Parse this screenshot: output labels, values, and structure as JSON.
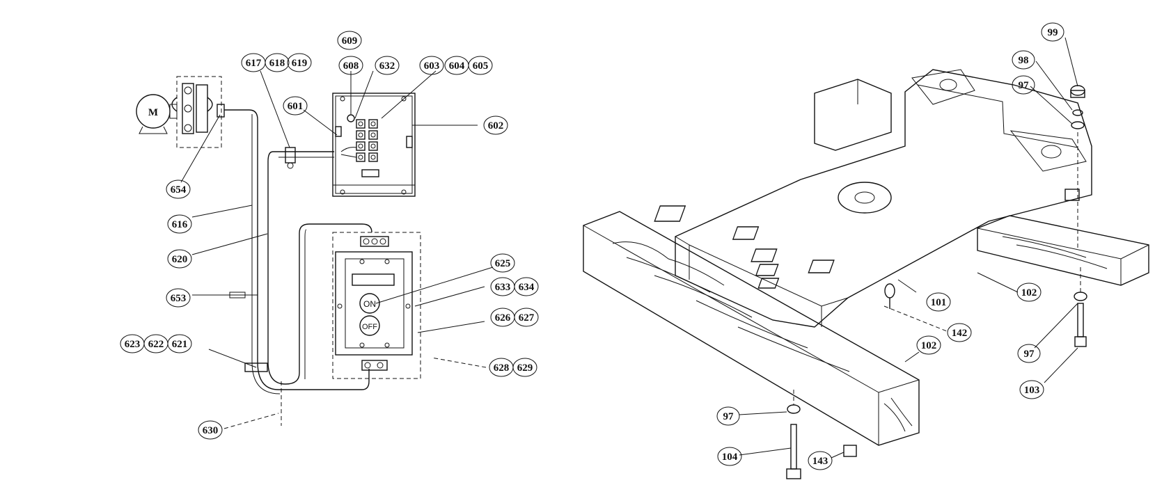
{
  "left_diagram": {
    "motor_label": "M",
    "switch_on_label": "ON",
    "switch_off_label": "OFF",
    "callouts": [
      {
        "id": "c609",
        "text": "609"
      },
      {
        "id": "c617",
        "text": "617"
      },
      {
        "id": "c618",
        "text": "618"
      },
      {
        "id": "c619",
        "text": "619"
      },
      {
        "id": "c608",
        "text": "608"
      },
      {
        "id": "c632",
        "text": "632"
      },
      {
        "id": "c603",
        "text": "603"
      },
      {
        "id": "c604",
        "text": "604"
      },
      {
        "id": "c605",
        "text": "605"
      },
      {
        "id": "c601",
        "text": "601"
      },
      {
        "id": "c602",
        "text": "602"
      },
      {
        "id": "c654",
        "text": "654"
      },
      {
        "id": "c616",
        "text": "616"
      },
      {
        "id": "c620",
        "text": "620"
      },
      {
        "id": "c653",
        "text": "653"
      },
      {
        "id": "c625",
        "text": "625"
      },
      {
        "id": "c633",
        "text": "633"
      },
      {
        "id": "c634",
        "text": "634"
      },
      {
        "id": "c626",
        "text": "626"
      },
      {
        "id": "c627",
        "text": "627"
      },
      {
        "id": "c623",
        "text": "623"
      },
      {
        "id": "c622",
        "text": "622"
      },
      {
        "id": "c621",
        "text": "621"
      },
      {
        "id": "c628",
        "text": "628"
      },
      {
        "id": "c629",
        "text": "629"
      },
      {
        "id": "c630",
        "text": "630"
      }
    ]
  },
  "right_diagram": {
    "callouts": [
      {
        "id": "r99",
        "text": "99"
      },
      {
        "id": "r98",
        "text": "98"
      },
      {
        "id": "r97a",
        "text": "97"
      },
      {
        "id": "r101",
        "text": "101"
      },
      {
        "id": "r142",
        "text": "142"
      },
      {
        "id": "r102a",
        "text": "102"
      },
      {
        "id": "r102b",
        "text": "102"
      },
      {
        "id": "r97b",
        "text": "97"
      },
      {
        "id": "r103",
        "text": "103"
      },
      {
        "id": "r97c",
        "text": "97"
      },
      {
        "id": "r104",
        "text": "104"
      },
      {
        "id": "r143",
        "text": "143"
      }
    ]
  }
}
